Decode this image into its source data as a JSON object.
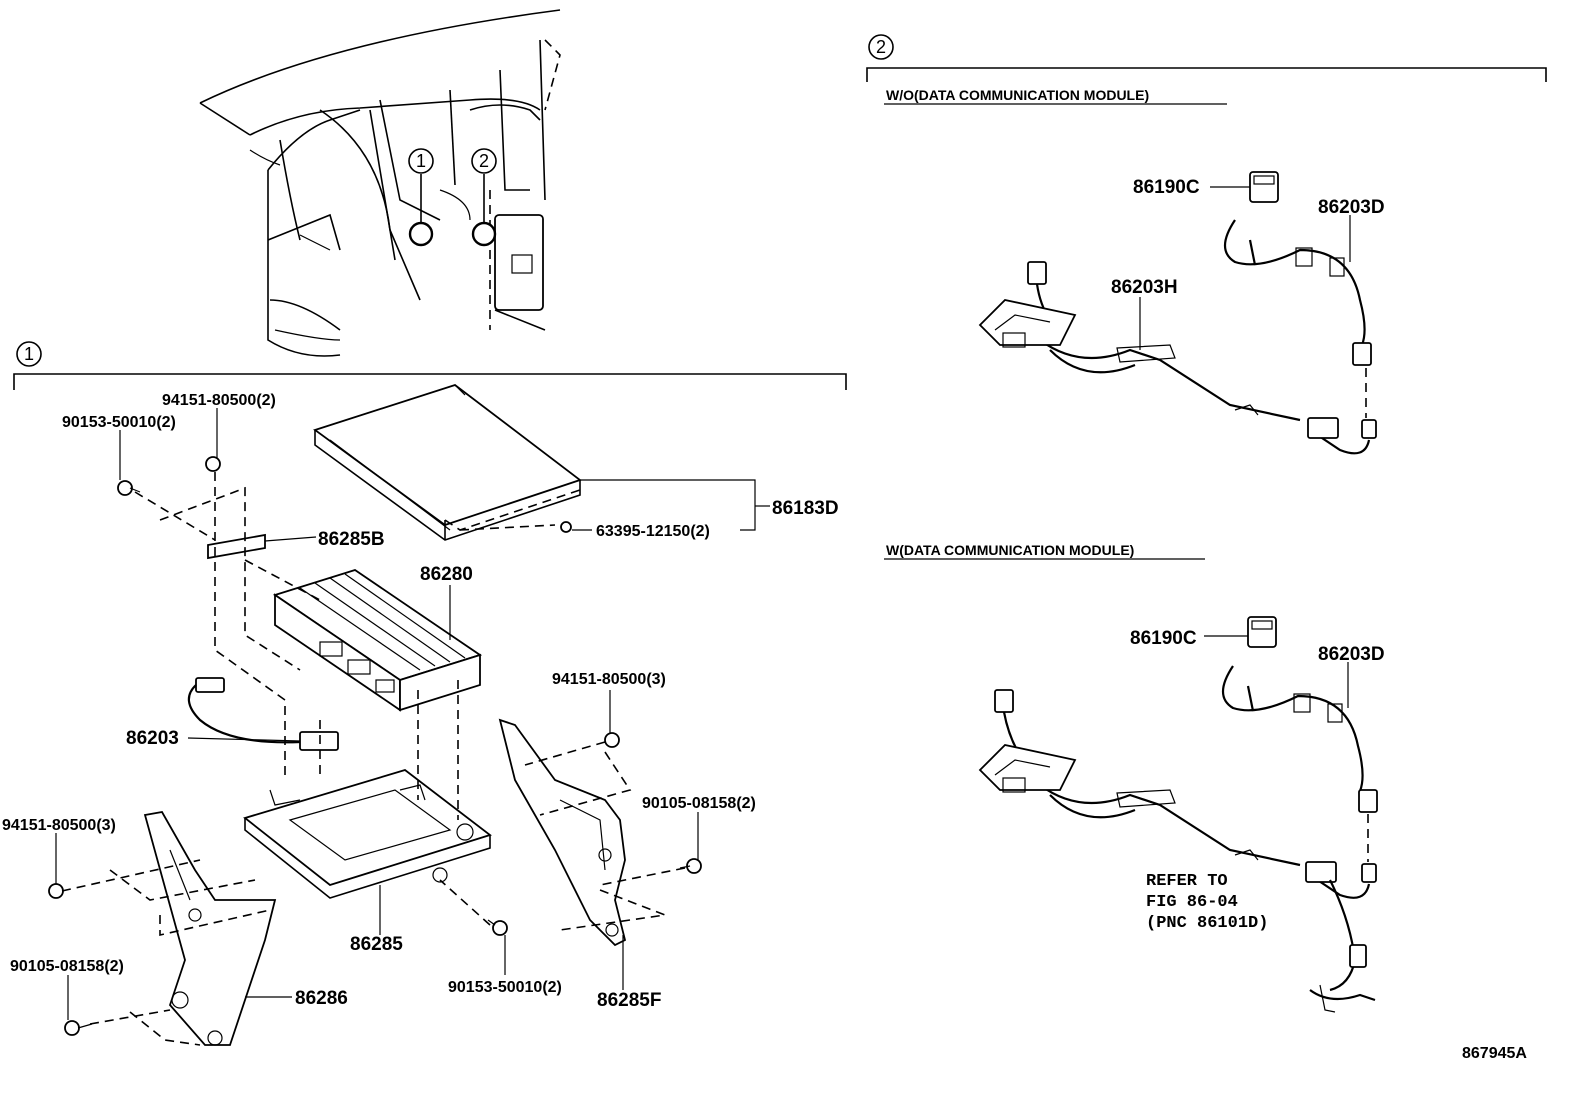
{
  "section_markers": {
    "one": "1",
    "two": "2"
  },
  "variants": {
    "without_dcm": "W/O(DATA COMMUNICATION MODULE)",
    "with_dcm": "W(DATA COMMUNICATION MODULE)"
  },
  "parts": {
    "p94151_top": "94151-80500(2)",
    "p90153_top": "90153-50010(2)",
    "p86285B": "86285B",
    "p86183D": "86183D",
    "p63395": "63395-12150(2)",
    "p86280": "86280",
    "p94151_right": "94151-80500(3)",
    "p86203": "86203",
    "p94151_left": "94151-80500(3)",
    "p90105_right": "90105-08158(2)",
    "p90105_left": "90105-08158(2)",
    "p86285": "86285",
    "p86286": "86286",
    "p90153_bottom": "90153-50010(2)",
    "p86285F": "86285F",
    "wo_86190C": "86190C",
    "wo_86203D": "86203D",
    "wo_86203H": "86203H",
    "w_86190C": "86190C",
    "w_86203D": "86203D"
  },
  "refer_note": {
    "line1": "REFER TO",
    "line2": "FIG 86-04",
    "line3": "(PNC 86101D)"
  },
  "illustration_id": "867945A"
}
